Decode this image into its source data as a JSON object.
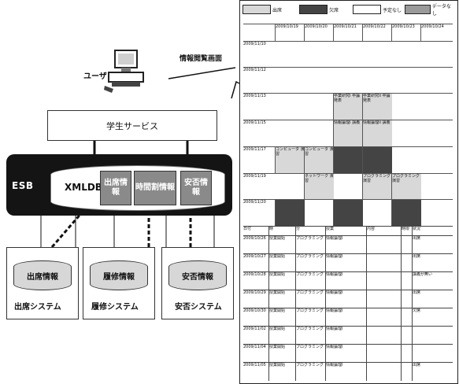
{
  "user_label": "ユーザ",
  "service_label": "学生サービス",
  "esb_label": "ESB",
  "xmldb_label": "XMLDB",
  "xmldb_boxes": [
    "出席情報",
    "時間割情報",
    "安否情報"
  ],
  "systems": [
    {
      "db": "出席情報",
      "name": "出席システム"
    },
    {
      "db": "履修情報",
      "name": "履修システム"
    },
    {
      "db": "安否情報",
      "name": "安否システム"
    }
  ],
  "screen_label": "情報閲覧画面",
  "legend": [
    "出席",
    "欠席",
    "予定なし",
    "データなし"
  ],
  "timetable": {
    "header": [
      "",
      "2009/10/19",
      "2009/10/20",
      "2009/10/21",
      "2009/10/22",
      "2009/10/23",
      "2009/10/24"
    ],
    "rows": [
      [
        "2009/11/10"
      ],
      [
        "2009/11/12"
      ],
      [
        "2009/11/13",
        "",
        "",
        "卒業研究I 卒論発表",
        "卒業研究II 卒論発表",
        "",
        ""
      ],
      [
        "2009/11/15",
        "",
        "",
        "情報論理I 講義",
        "情報論理II 講義",
        "",
        ""
      ],
      [
        "2009/11/17",
        "コンピュータ 演習",
        "コンピュータ 演習",
        "",
        "",
        "",
        ""
      ],
      [
        "2009/11/19",
        "",
        "ネットワーク 演習",
        "",
        "プログラミング 演習",
        "プログラミング 演習",
        ""
      ],
      [
        "2009/11/20",
        "",
        "",
        "",
        "",
        "",
        ""
      ]
    ]
  },
  "list": {
    "header": [
      "日付",
      "時",
      "分",
      "授業",
      "内容",
      "時限",
      "状況"
    ],
    "rows": [
      [
        "2009/10/26",
        "授業開始",
        "プログラミング",
        "情報論理I",
        "",
        "",
        "出席"
      ],
      [
        "2009/10/27",
        "授業開始",
        "プログラミング",
        "情報論理I",
        "",
        "",
        "出席"
      ],
      [
        "2009/10/28",
        "授業開始",
        "プログラミング",
        "情報論理I",
        "",
        "",
        "講義が無い"
      ],
      [
        "2009/10/29",
        "授業開始",
        "プログラミング",
        "情報論理I",
        "",
        "",
        "出席"
      ],
      [
        "2009/10/30",
        "授業開始",
        "プログラミング",
        "情報論理I",
        "",
        "",
        "欠席"
      ],
      [
        "2009/11/02",
        "授業開始",
        "プログラミング",
        "情報論理I",
        "",
        "",
        ""
      ],
      [
        "2009/11/04",
        "授業開始",
        "プログラミング",
        "情報論理I",
        "",
        "",
        ""
      ],
      [
        "2009/11/05",
        "授業開始",
        "プログラミング",
        "情報論理I",
        "",
        "",
        "出席"
      ]
    ]
  }
}
